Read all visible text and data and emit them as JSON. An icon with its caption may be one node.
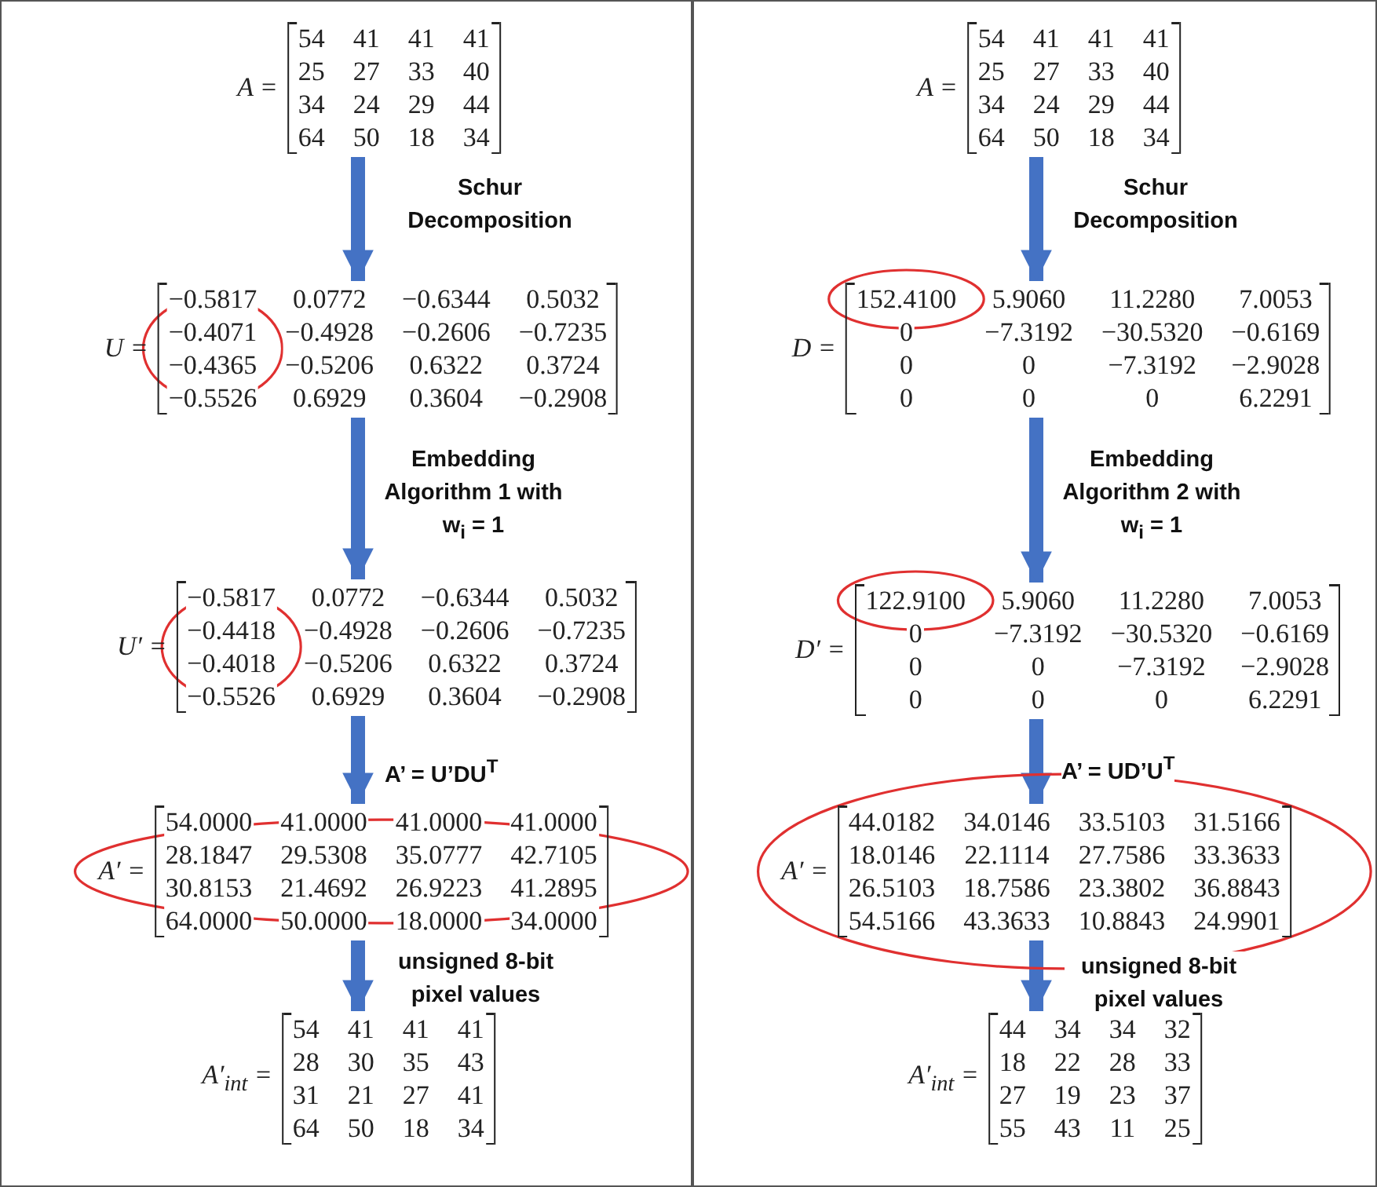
{
  "diagram": {
    "nodes": [
      {
        "text": [
          "A =",
          "54 41 41 41",
          "25 27 33 40",
          "34 24 29 44",
          "64 50 18 34"
        ]
      },
      {
        "text": [
          "U =",
          "−0.5817 0.0772 −0.6344 0.5032",
          "−0.4071 −0.4928 −0.2606 −0.7235",
          "−0.4365 −0.5206 0.6322 0.3724",
          "−0.5526 0.6929 0.3604 −0.2908"
        ]
      },
      {
        "text": [
          "U′ =",
          "−0.5817 0.0772 −0.6344 0.5032",
          "−0.4418 −0.4928 −0.2606 −0.7235",
          "−0.4018 −0.5206 0.6322 0.3724",
          "−0.5526 0.6929 0.3604 −0.2908"
        ]
      },
      {
        "text": [
          "A′ =",
          "54.0000 41.0000 41.0000 41.0000",
          "28.1847 29.5308 35.0777 42.7105",
          "30.8153 21.4692 26.9223 41.2895",
          "64.0000 50.0000 18.0000 34.0000"
        ]
      },
      {
        "text": [
          "A′$_{int}$ =",
          "54 41 41 41",
          "28 30 35 43",
          "31 21 27 41",
          "64 50 18 34"
        ]
      },
      {
        "text": [
          "A =",
          "54 41 41 41",
          "25 27 33 40",
          "34 24 29 44",
          "64 50 18 34"
        ]
      },
      {
        "text": [
          "D =",
          "152.4100 5.9060 11.2280 7.0053",
          "0 −7.3192 −30.5320 −0.6169",
          "0 0 −7.3192 −2.9028",
          "0 0 0 6.2291"
        ]
      },
      {
        "text": [
          "D′ =",
          "122.9100 5.9060 11.2280 7.0053",
          "0 −7.3192 −30.5320 −0.6169",
          "0 0 −7.3192 −2.9028",
          "0 0 0 6.2291"
        ]
      },
      {
        "text": [
          "A′ =",
          "44.0182 34.0146 33.5103 31.5166",
          "18.0146 22.1114 27.7586 33.3633",
          "26.5103 18.7586 23.3802 36.8843",
          "54.5166 43.3633 10.8843 24.9901"
        ]
      },
      {
        "text": [
          "A′$_{int}$ =",
          "44 34 34 32",
          "18 22 28 33",
          "27 19 23 37",
          "55 43 11 25"
        ]
      }
    ],
    "edges": [
      {
        "from": 0,
        "to": 1,
        "arrow": "to",
        "label": "Schur Decomposition"
      },
      {
        "from": 1,
        "to": 2,
        "arrow": "to",
        "label": "Embedding Algorithm 1 with w$_{i}$ = 1"
      },
      {
        "from": 2,
        "to": 3,
        "arrow": "to",
        "label": "A’ = U’DU$^{T}$"
      },
      {
        "from": 3,
        "to": 4,
        "arrow": "to",
        "label": "unsigned 8-bit pixel values"
      },
      {
        "from": 5,
        "to": 6,
        "arrow": "to",
        "label": "Schur Decomposition"
      },
      {
        "from": 6,
        "to": 7,
        "arrow": "to",
        "label": "Embedding Algorithm 2 with w$_{i}$ = 1"
      },
      {
        "from": 7,
        "to": 8,
        "arrow": "to",
        "label": "A’ = UD’U$^{T}$"
      },
      {
        "from": 8,
        "to": 9,
        "arrow": "to",
        "label": "unsigned 8-bit pixel values"
      }
    ]
  }
}
